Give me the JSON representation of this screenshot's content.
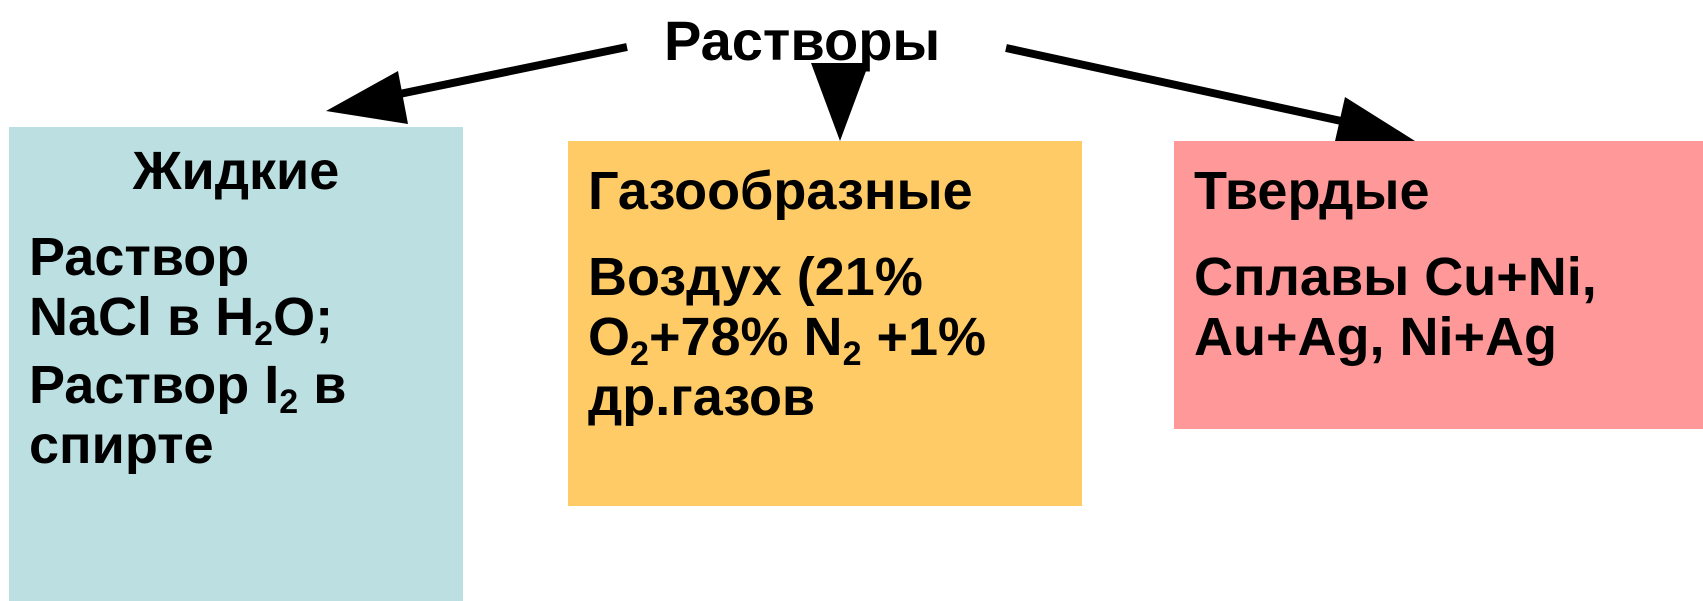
{
  "title": "Растворы",
  "colors": {
    "liquid_box": "#bce0e2",
    "gas_box": "#fecb66",
    "solid_box": "#ff9999",
    "arrow": "#000000"
  },
  "boxes": {
    "liquid": {
      "heading": "Жидкие",
      "ex1": {
        "line1": "Раствор",
        "l2a": "NaCl в H",
        "l2sub": "2",
        "l2b": "O;"
      },
      "ex2": {
        "l1a": "Раствор I",
        "l1sub": "2",
        "l1b": " в",
        "line2": "спирте"
      }
    },
    "gas": {
      "heading": "Газообразные",
      "ex": {
        "line1": "Воздух (21%",
        "l2a": "O",
        "l2sub1": "2",
        "l2b": "+78% N",
        "l2sub2": "2",
        "l2c": " +1%",
        "line3": "др.газов"
      }
    },
    "solid": {
      "heading": "Твердые",
      "ex": {
        "line1": "Сплавы Cu+Ni,",
        "line2": "Au+Ag, Ni+Ag"
      }
    }
  }
}
